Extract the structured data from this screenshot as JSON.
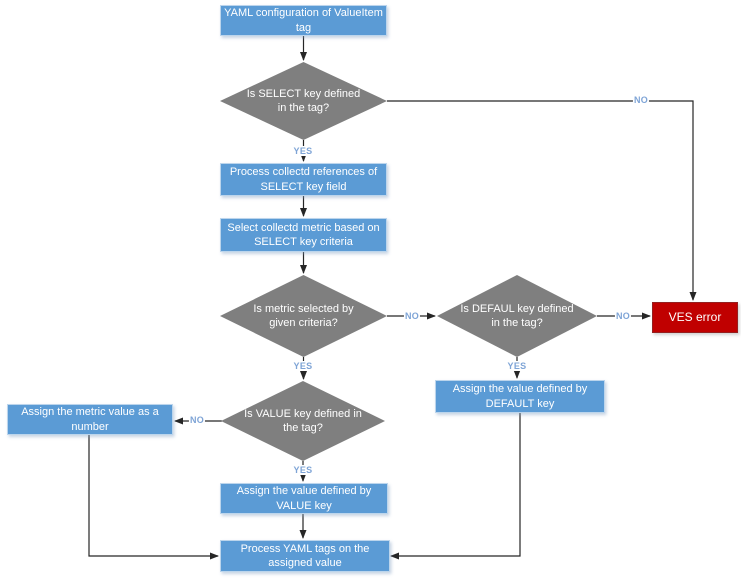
{
  "colors": {
    "process_fill": "#5b9bd5",
    "decision_fill": "#7f7f7f",
    "error_fill": "#c00000",
    "label_blue": "#7ea4d6",
    "line_color": "#262626"
  },
  "labels": {
    "yes": "YES",
    "no": "NO"
  },
  "nodes": {
    "start": "YAML configuration of ValueItem tag",
    "is_select": "Is SELECT key defined in the tag?",
    "process_refs": "Process collectd references of SELECT key field",
    "select_metric": "Select collectd metric based on SELECT key criteria",
    "is_metric_selected": "Is metric selected by given criteria?",
    "is_default": "Is DEFAUL key defined in the tag?",
    "ves_error": "VES error",
    "assign_default": "Assign the value defined by DEFAULT key",
    "is_value": "Is VALUE key defined in the tag?",
    "assign_metric_number": "Assign the metric value as a number",
    "assign_value": "Assign the value defined by VALUE key",
    "process_yaml": "Process YAML tags on the assigned value"
  }
}
